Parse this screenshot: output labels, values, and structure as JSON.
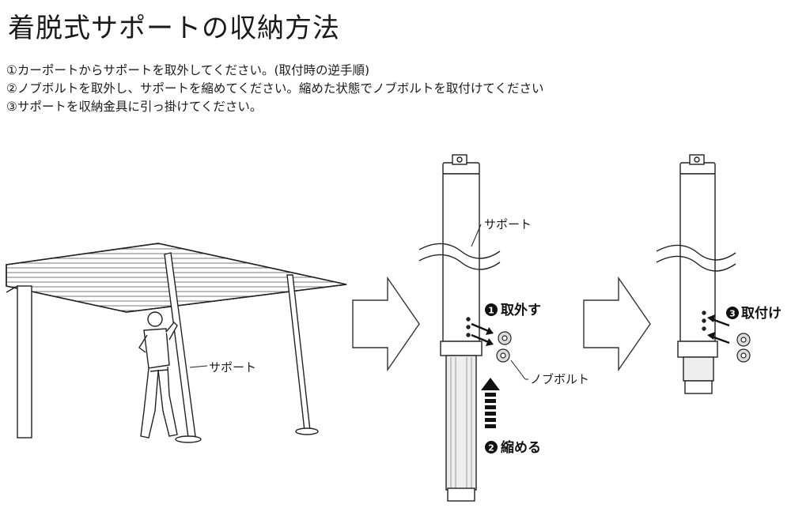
{
  "title": "着脱式サポートの収納方法",
  "steps": [
    "①カーポートからサポートを取外してください。(取付時の逆手順)",
    "②ノブボルトを取外し、サポートを縮めてください。縮めた状態でノブボルトを取付けてください",
    "③サポートを収納金具に引っ掛けてください。"
  ],
  "labels": {
    "support_left": "サポート",
    "support_mid": "サポート",
    "remove": "取外す",
    "retract": "縮める",
    "attach": "取付け",
    "knob_bolt": "ノブボルト"
  },
  "badges": {
    "remove": "1",
    "retract": "2",
    "attach": "3"
  }
}
